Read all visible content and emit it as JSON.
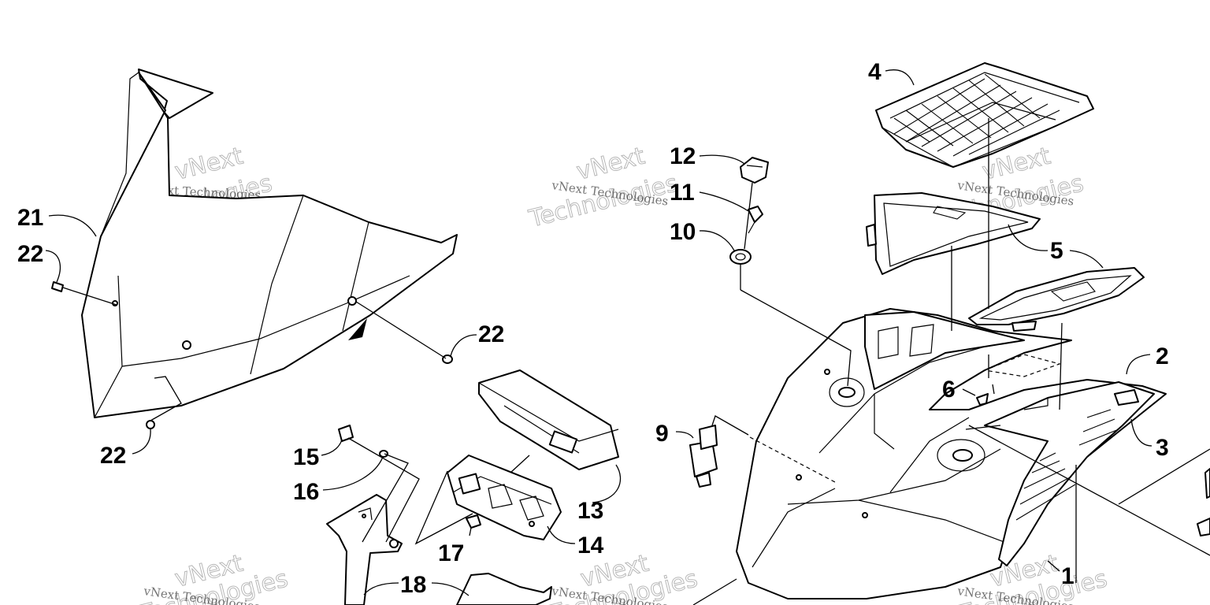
{
  "watermark": {
    "small_text": "vNext Technologies",
    "logo_top": "vNext",
    "logo_bottom": "Technologies"
  },
  "callouts": {
    "c1": "1",
    "c2": "2",
    "c3": "3",
    "c4": "4",
    "c5": "5",
    "c6": "6",
    "c9": "9",
    "c10": "10",
    "c11": "11",
    "c12": "12",
    "c13": "13",
    "c14": "14",
    "c15": "15",
    "c16": "16",
    "c17": "17",
    "c18": "18",
    "c21": "21",
    "c22a": "22",
    "c22b": "22",
    "c22c": "22"
  },
  "colors": {
    "line": "#000000",
    "background": "#ffffff",
    "watermark": "#888888"
  }
}
